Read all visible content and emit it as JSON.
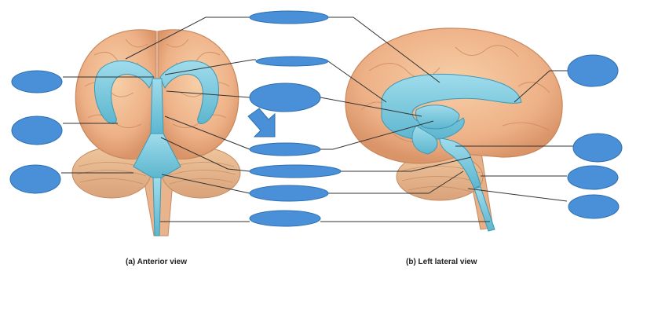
{
  "captions": {
    "anterior": "(a) Anterior view",
    "lateral": "(b) Left lateral view"
  },
  "colors": {
    "brain": "#f2b98f",
    "brain_shadow": "#d99468",
    "ventricle": "#7ccbe0",
    "ventricle_dark": "#4fa9c4",
    "label_blank": "#4a90d9",
    "label_blank_stroke": "#2f6fae",
    "leader_line": "#333333",
    "arrow": "#4a90d9"
  },
  "label_blanks": [
    {
      "id": "center-top",
      "text": ""
    },
    {
      "id": "center-2",
      "text": ""
    },
    {
      "id": "center-3",
      "text": ""
    },
    {
      "id": "center-4",
      "text": ""
    },
    {
      "id": "center-5",
      "text": ""
    },
    {
      "id": "center-6",
      "text": ""
    },
    {
      "id": "center-7",
      "text": ""
    },
    {
      "id": "left-1",
      "text": ""
    },
    {
      "id": "left-2",
      "text": ""
    },
    {
      "id": "left-3",
      "text": ""
    },
    {
      "id": "right-1",
      "text": ""
    },
    {
      "id": "right-2",
      "text": ""
    },
    {
      "id": "right-3",
      "text": ""
    },
    {
      "id": "right-4",
      "text": ""
    }
  ]
}
